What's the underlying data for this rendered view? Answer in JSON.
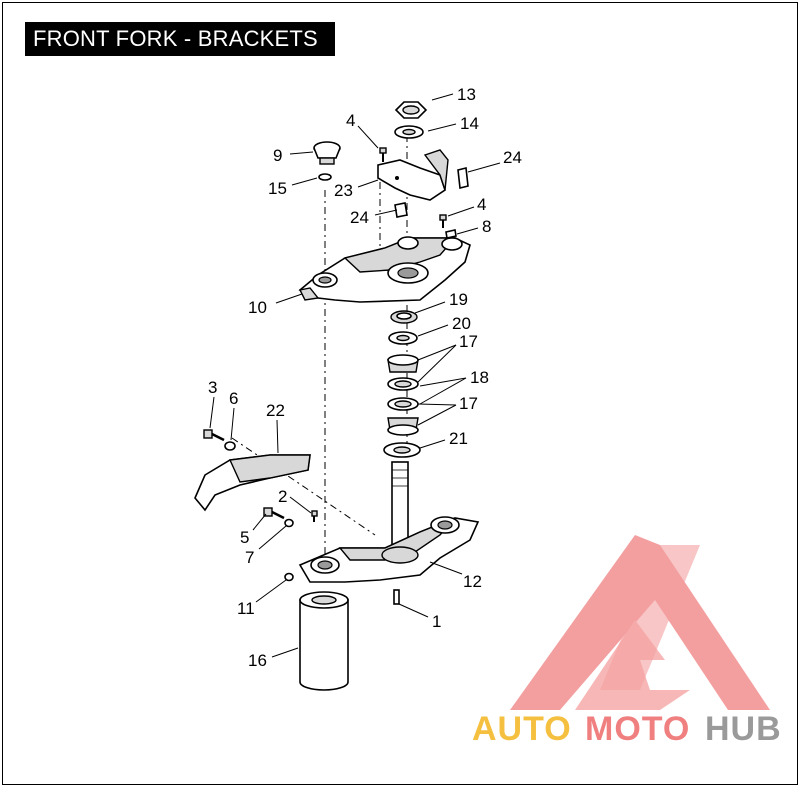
{
  "title": "FRONT FORK - BRACKETS",
  "labels": {
    "l1": "1",
    "l2": "2",
    "l3": "3",
    "l4a": "4",
    "l4b": "4",
    "l5": "5",
    "l6": "6",
    "l7": "7",
    "l8": "8",
    "l9": "9",
    "l10": "10",
    "l11": "11",
    "l12": "12",
    "l13": "13",
    "l14": "14",
    "l15": "15",
    "l16": "16",
    "l17a": "17",
    "l17b": "17",
    "l18": "18",
    "l19": "19",
    "l20": "20",
    "l21": "21",
    "l22": "22",
    "l23": "23",
    "l24a": "24",
    "l24b": "24"
  },
  "watermark": {
    "auto": "AUTO",
    "moto": "MOTO",
    "hub": "HUB",
    "color_auto": "#f5c040",
    "color_moto": "#f08080",
    "color_hub": "#9a9a9a",
    "color_logo": "#f08080"
  }
}
